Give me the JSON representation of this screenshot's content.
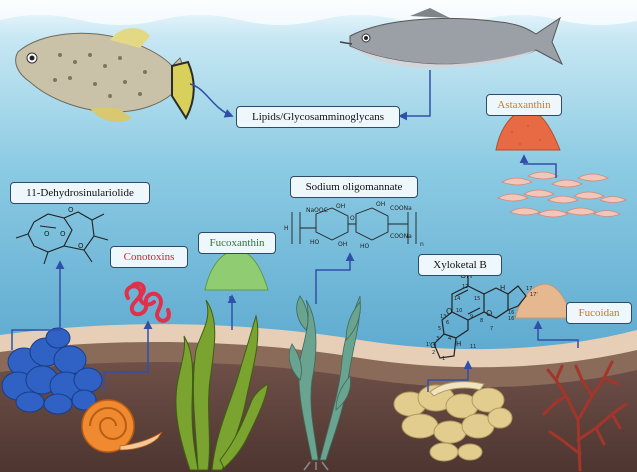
{
  "labels": {
    "lipids": "Lipids/Glycosamminoglycans",
    "dehydro": "11-Dehydrosinulariolide",
    "conotoxins": "Conotoxins",
    "fucoxanthin": "Fucoxanthin",
    "sodium": "Sodium oligomannate",
    "astaxanthin": "Astaxanthin",
    "xyloketal": "Xyloketal B",
    "fucoidan": "Fucoidan"
  },
  "structures": {
    "sodium_groups": [
      "NaOOC",
      "OH",
      "COONa",
      "COONa",
      "HO",
      "OH",
      "HO",
      "OH",
      "O",
      "n"
    ],
    "xyloketal_numbers": [
      "OH",
      "O",
      "O",
      "O",
      "H",
      "H",
      "12",
      "13",
      "14",
      "15",
      "16",
      "16'",
      "17",
      "17'",
      "11",
      "10",
      "9",
      "8",
      "7",
      "5",
      "6",
      "4",
      "3",
      "1",
      "2",
      "1'"
    ]
  },
  "colors": {
    "water_top": "#f3fafd",
    "water_mid": "#8ccbe3",
    "water_bottom": "#4d9cc4",
    "sand": "#e6cfb6",
    "sediment": "#8a6b5a",
    "floor": "#5b4038",
    "arrow": "#3050a8",
    "label_border": "#2e4a6b"
  }
}
